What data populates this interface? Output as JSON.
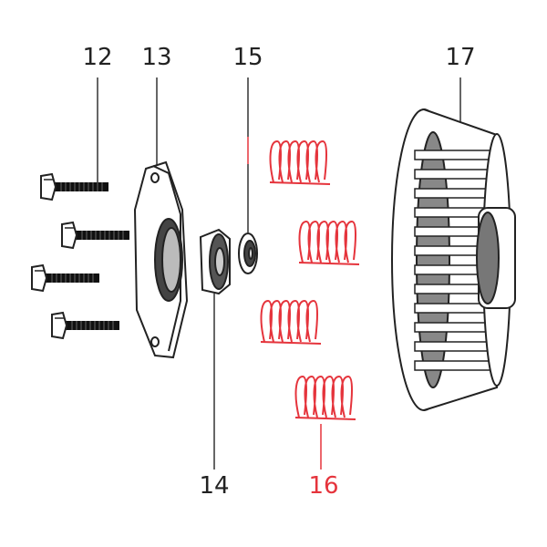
{
  "callouts": {
    "bolt": "12",
    "flange_plate": "13",
    "nut": "14",
    "washer": "15",
    "springs": "16",
    "pulley": "17"
  },
  "colors": {
    "highlight": "#e5343c",
    "line": "#222222"
  }
}
